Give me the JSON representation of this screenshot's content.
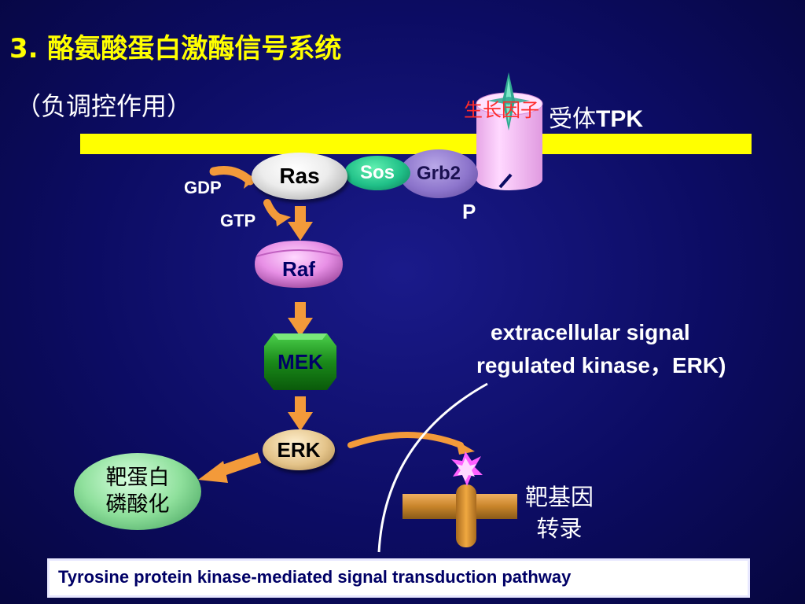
{
  "slide": {
    "title": "3. 酪氨酸蛋白激酶信号系统",
    "subtitle": "（负调控作用）"
  },
  "diagram": {
    "growth_factor": "生长因子",
    "receptor_prefix": "受体",
    "receptor_suffix": "TPK",
    "phosphate": "P",
    "gdp": "GDP",
    "gtp": "GTP",
    "ras": "Ras",
    "sos": "Sos",
    "grb2": "Grb2",
    "raf": "Raf",
    "mek": "MEK",
    "erk": "ERK",
    "target_protein_line1": "靶蛋白",
    "target_protein_line2": "磷酸化",
    "erk_desc_line1": "extracellular signal",
    "erk_desc_line2": "regulated kinase，ERK)",
    "gene_line1": "靶基因",
    "gene_line2": "转录",
    "caption": "Tyrosine protein kinase-mediated signal transduction pathway"
  },
  "colors": {
    "background": "#0c0c63",
    "membrane": "#ffff00",
    "title": "#ffff00",
    "growth_factor": "#ff2a2a",
    "arrow": "#f39a3a",
    "receptor": "#ffc8ff",
    "raf": "#e890e6",
    "mek": "#1a8a1a"
  }
}
